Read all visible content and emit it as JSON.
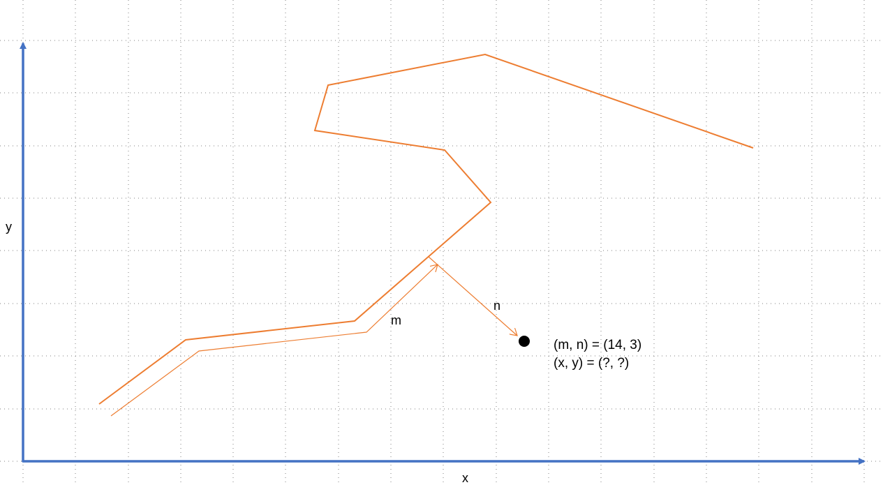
{
  "axes": {
    "x_label": "x",
    "y_label": "y",
    "color": "#4472c4"
  },
  "path": {
    "color": "#ed7d31"
  },
  "offset_labels": {
    "m": "m",
    "n": "n"
  },
  "point": {
    "line1": "(m, n) = (14, 3)",
    "line2": "(x, y) = (?, ?)",
    "color": "#000000"
  },
  "grid": {
    "style": "dotted",
    "color": "#7f7f7f"
  }
}
